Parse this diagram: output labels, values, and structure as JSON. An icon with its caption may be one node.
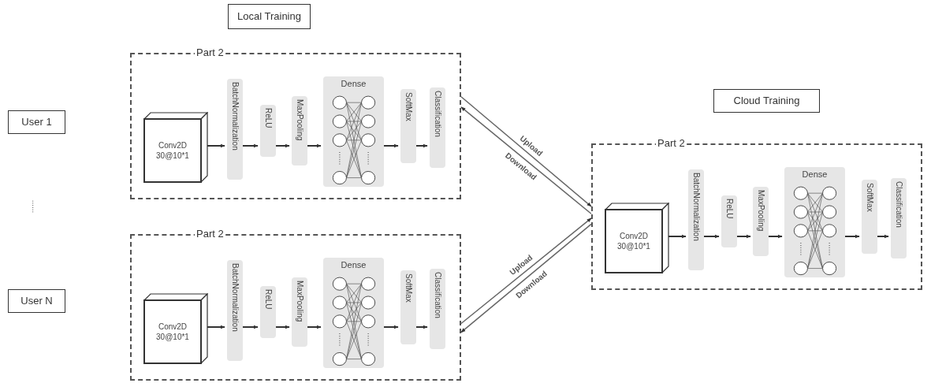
{
  "diagram": {
    "nodes": [
      {
        "text": [
          "Local Training"
        ]
      },
      {
        "text": [
          "User 1"
        ]
      },
      {
        "text": [
          "User N"
        ]
      },
      {
        "text": [
          "Part 2"
        ]
      },
      {
        "text": [
          "Conv2D 30@10*1"
        ],
        "in": 3
      },
      {
        "text": [
          "BatchNormalization"
        ],
        "in": 3
      },
      {
        "text": [
          "ReLU"
        ],
        "in": 3
      },
      {
        "text": [
          "MaxPooling"
        ],
        "in": 3
      },
      {
        "text": [
          "Dense"
        ],
        "in": 3
      },
      {
        "text": [
          "SoftMax"
        ],
        "in": 3
      },
      {
        "text": [
          "Classification"
        ],
        "in": 3
      },
      {
        "text": [
          "Part 2"
        ]
      },
      {
        "text": [
          "Conv2D 30@10*1"
        ],
        "in": 11
      },
      {
        "text": [
          "BatchNormalization"
        ],
        "in": 11
      },
      {
        "text": [
          "ReLU"
        ],
        "in": 11
      },
      {
        "text": [
          "MaxPooling"
        ],
        "in": 11
      },
      {
        "text": [
          "Dense"
        ],
        "in": 11
      },
      {
        "text": [
          "SoftMax"
        ],
        "in": 11
      },
      {
        "text": [
          "Classification"
        ],
        "in": 11
      },
      {
        "text": [
          "Cloud Training"
        ]
      },
      {
        "text": [
          "Part 2"
        ]
      },
      {
        "text": [
          "Conv2D 30@10*1"
        ],
        "in": 20
      },
      {
        "text": [
          "BatchNormalization"
        ],
        "in": 20
      },
      {
        "text": [
          "ReLU"
        ],
        "in": 20
      },
      {
        "text": [
          "MaxPooling"
        ],
        "in": 20
      },
      {
        "text": [
          "Dense"
        ],
        "in": 20
      },
      {
        "text": [
          "SoftMax"
        ],
        "in": 20
      },
      {
        "text": [
          "Classification"
        ],
        "in": 20
      }
    ],
    "edges": [
      {
        "from": 4,
        "to": 5,
        "arrow": "to"
      },
      {
        "from": 5,
        "to": 6,
        "arrow": "to"
      },
      {
        "from": 6,
        "to": 7,
        "arrow": "to"
      },
      {
        "from": 7,
        "to": 8,
        "arrow": "to"
      },
      {
        "from": 8,
        "to": 9,
        "arrow": "to"
      },
      {
        "from": 9,
        "to": 10,
        "arrow": "to"
      },
      {
        "from": 12,
        "to": 13,
        "arrow": "to"
      },
      {
        "from": 13,
        "to": 14,
        "arrow": "to"
      },
      {
        "from": 14,
        "to": 15,
        "arrow": "to"
      },
      {
        "from": 15,
        "to": 16,
        "arrow": "to"
      },
      {
        "from": 16,
        "to": 17,
        "arrow": "to"
      },
      {
        "from": 17,
        "to": 18,
        "arrow": "to"
      },
      {
        "from": 21,
        "to": 22,
        "arrow": "to"
      },
      {
        "from": 22,
        "to": 23,
        "arrow": "to"
      },
      {
        "from": 23,
        "to": 24,
        "arrow": "to"
      },
      {
        "from": 24,
        "to": 25,
        "arrow": "to"
      },
      {
        "from": 25,
        "to": 26,
        "arrow": "to"
      },
      {
        "from": 26,
        "to": 27,
        "arrow": "to"
      },
      {
        "from": 3,
        "to": 20,
        "arrow": "to",
        "label": "Upload"
      },
      {
        "from": 20,
        "to": 3,
        "arrow": "to",
        "label": "Download"
      },
      {
        "from": 11,
        "to": 20,
        "arrow": "to",
        "label": "Upload"
      },
      {
        "from": 20,
        "to": 11,
        "arrow": "to",
        "label": "Download"
      }
    ],
    "labels": [
      "......"
    ]
  }
}
